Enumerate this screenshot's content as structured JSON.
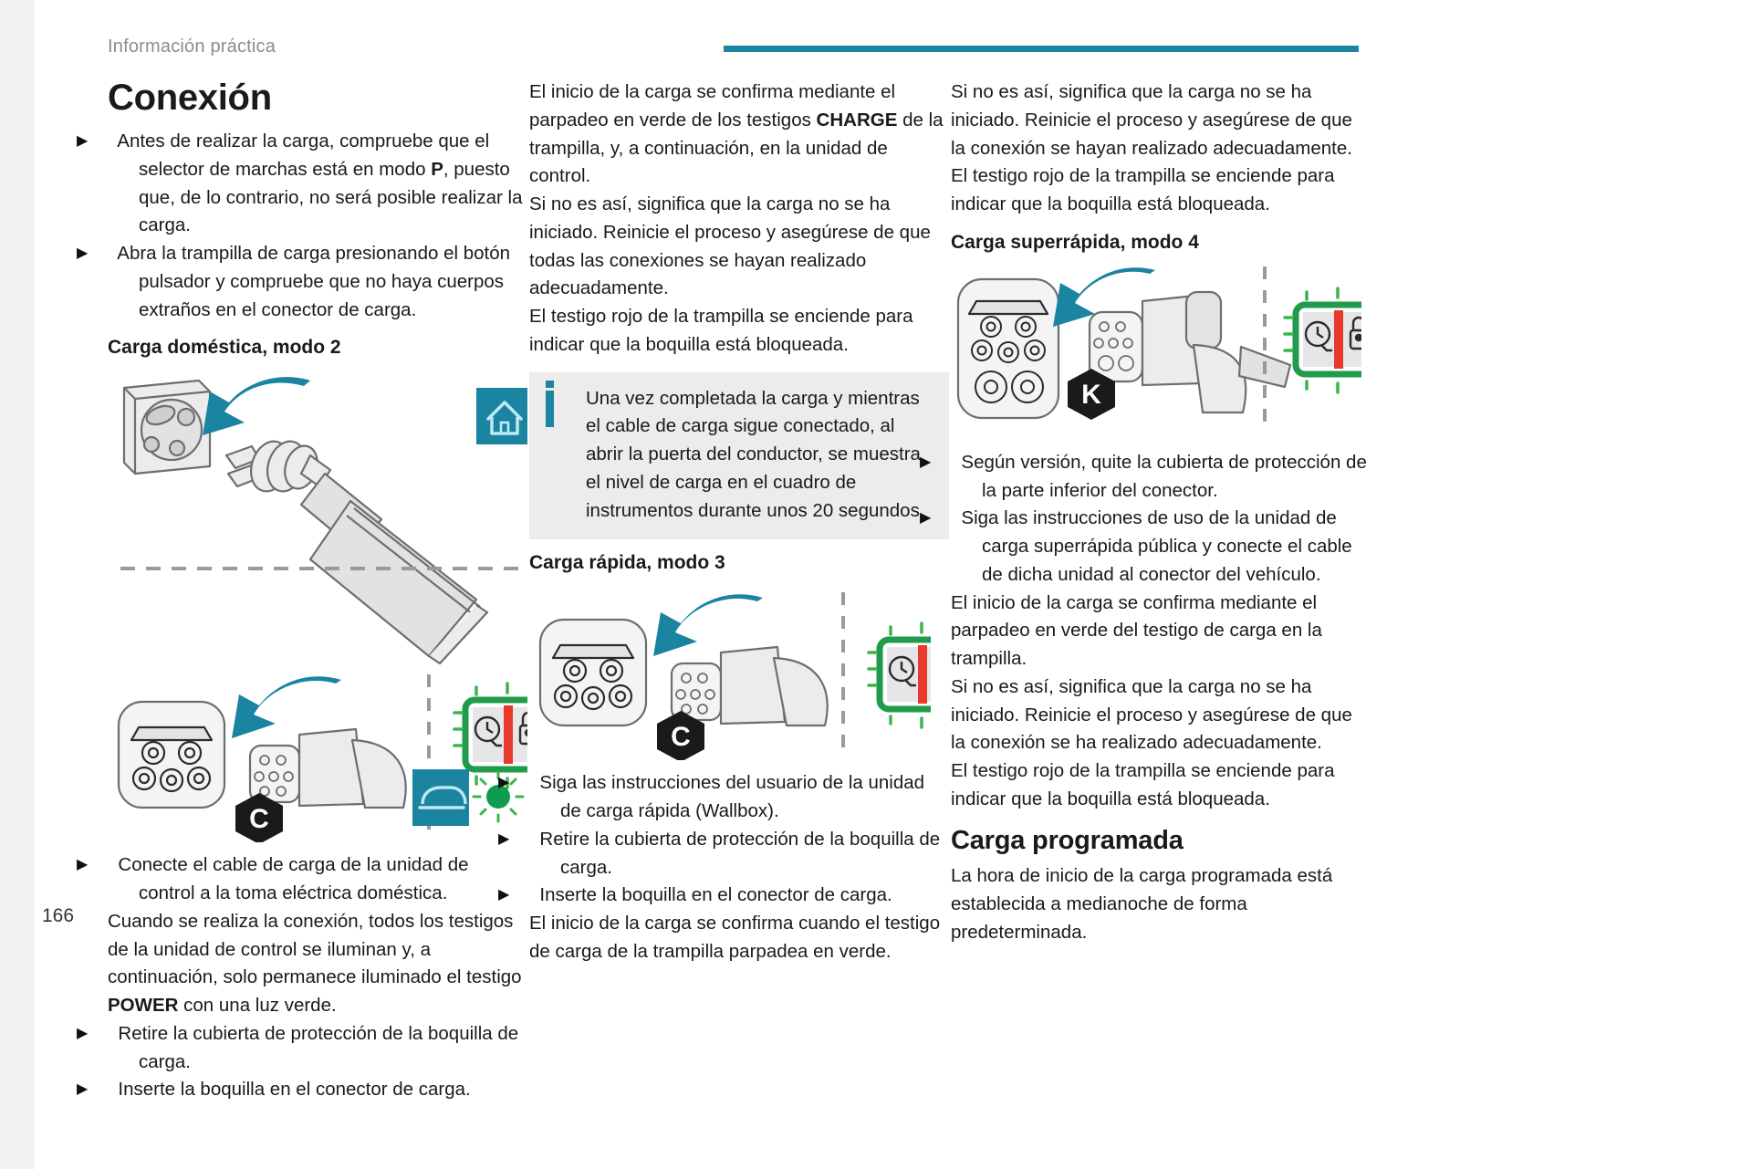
{
  "page": {
    "running_head": "Información práctica",
    "folio": "166",
    "accent_color": "#1b84a0",
    "rule_color": "#1b84a0"
  },
  "column1": {
    "title": "Conexión",
    "bullet1": "Antes de realizar la carga, compruebe que el selector de marchas está en modo P, puesto que, de lo contrario, no será posible realizar la carga.",
    "bullet1_pre": "Antes de realizar la carga, compruebe que el selector de marchas está en modo ",
    "bullet1_bold": "P",
    "bullet1_post": ", puesto que, de lo contrario, no será posible realizar la carga.",
    "bullet2": "Abra la trampilla de carga presionando el botón pulsador y compruebe que no haya cuerpos extraños en el conector de carga.",
    "heading_mode2": "Carga doméstica, modo 2",
    "figure_mode2": {
      "name": "domestic-charging-mode-2-diagram",
      "hex_label": "C",
      "icons": [
        "home-icon",
        "green-dot",
        "car-icon",
        "green-dot-flashing",
        "charge-status-indicator"
      ]
    },
    "bullet3": "Conecte el cable de carga de la unidad de control a la toma eléctrica doméstica.",
    "para1_pre": "Cuando se realiza la conexión, todos los testigos de la unidad de control se iluminan y, a continuación, solo permanece iluminado el testigo ",
    "para1_bold": "POWER",
    "para1_post": " con una luz verde.",
    "bullet4": "Retire la cubierta de protección de la boquilla de carga.",
    "bullet5": "Inserte la boquilla en el conector de carga."
  },
  "column2": {
    "para1_pre": "El inicio de la carga se confirma mediante el parpadeo en verde de los testigos ",
    "para1_bold": "CHARGE",
    "para1_post": " de la trampilla, y, a continuación, en la unidad de control.",
    "para2": "Si no es así, significa que la carga no se ha iniciado. Reinicie el proceso y asegúrese de que todas las conexiones se hayan realizado adecuadamente.",
    "para3": "El testigo rojo de la trampilla se enciende para indicar que la boquilla está bloqueada.",
    "callout": {
      "icon": "info-icon",
      "text": "Una vez completada la carga y mientras el cable de carga sigue conectado, al abrir la puerta del conductor, se muestra el nivel de carga en el cuadro de instrumentos durante unos 20 segundos."
    },
    "heading_mode3": "Carga rápida, modo 3",
    "figure_mode3": {
      "name": "fast-charging-mode-3-diagram",
      "hex_label": "C",
      "icons": [
        "charge-status-indicator"
      ]
    },
    "bullet1": "Siga las instrucciones del usuario de la unidad de carga rápida (Wallbox).",
    "bullet2": "Retire la cubierta de protección de la boquilla de carga.",
    "bullet3": "Inserte la boquilla en el conector de carga.",
    "para4": "El inicio de la carga se confirma cuando el testigo de carga de la trampilla parpadea en verde."
  },
  "column3": {
    "para1": "Si no es así, significa que la carga no se ha iniciado. Reinicie el proceso y asegúrese de que la conexión se hayan realizado adecuadamente.",
    "para2": "El testigo rojo de la trampilla se enciende para indicar que la boquilla está bloqueada.",
    "heading_mode4": "Carga superrápida, modo 4",
    "figure_mode4": {
      "name": "superfast-charging-mode-4-diagram",
      "hex_label": "K",
      "icons": [
        "charge-status-indicator"
      ]
    },
    "bullet1": "Según versión, quite la cubierta de protección de la parte inferior del conector.",
    "bullet2": "Siga las instrucciones de uso de la unidad de carga superrápida pública y conecte el cable de dicha unidad al conector del vehículo.",
    "para3": "El inicio de la carga se confirma mediante el parpadeo en verde del testigo de carga en la trampilla.",
    "para4": "Si no es así, significa que la carga no se ha iniciado. Reinicie el proceso y asegúrese de que la conexión se ha realizado adecuadamente.",
    "para5": "El testigo rojo de la trampilla se enciende para indicar que la boquilla está bloqueada.",
    "title2": "Carga programada",
    "para6": "La hora de inicio de la carga programada está establecida a medianoche de forma predeterminada."
  }
}
